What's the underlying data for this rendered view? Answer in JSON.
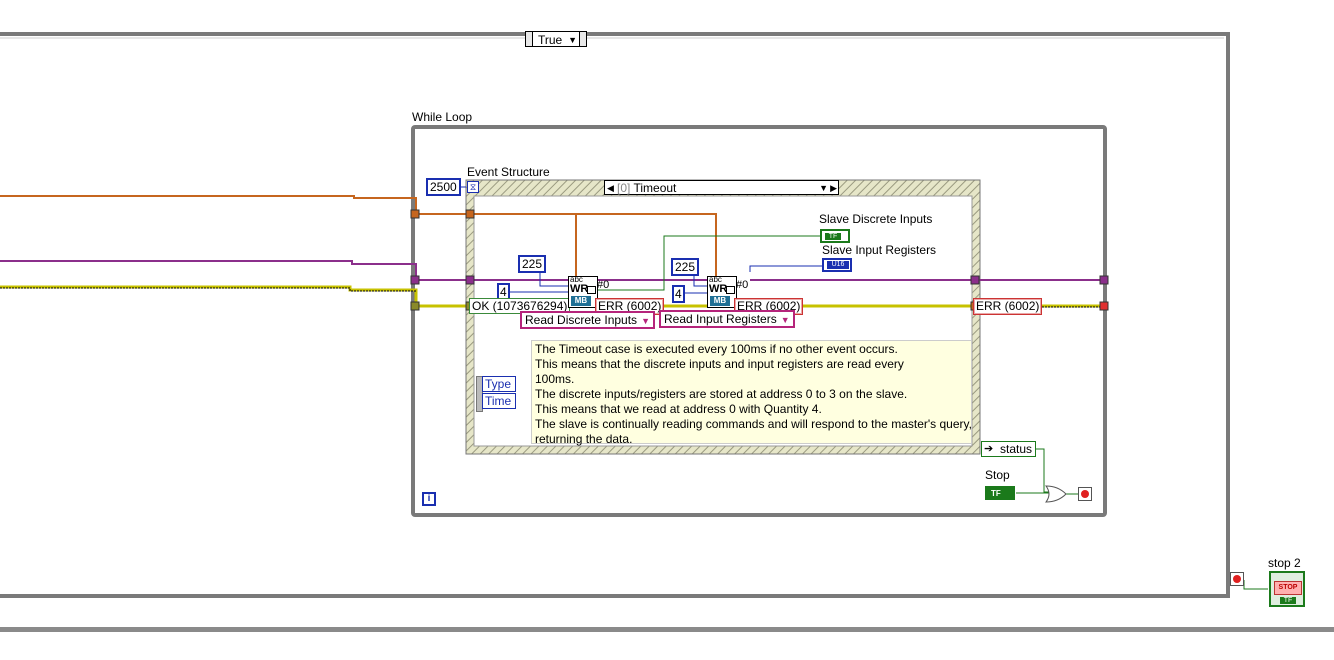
{
  "case_structure": {
    "selector": "True"
  },
  "while_loop": {
    "label": "While Loop",
    "iteration_symbol": "i"
  },
  "event_structure": {
    "label": "Event Structure",
    "case_index": "[0]",
    "case_name": "Timeout",
    "timeout_value": "2500"
  },
  "constants": {
    "address_a": "225",
    "quantity_a": "4",
    "address_b": "225",
    "quantity_b": "4",
    "status_ok": "OK (1073676294)",
    "function_a": "Read Discrete Inputs",
    "function_b": "Read Input Registers"
  },
  "indicators": {
    "err_a": "ERR (6002)",
    "err_b": "ERR (6002)",
    "err_out": "ERR (6002)",
    "zero_a": "#0",
    "zero_b": "#0",
    "slave_discrete_inputs": "Slave Discrete Inputs",
    "slave_input_registers": "Slave Input Registers",
    "u16": "U16",
    "tf": "TF"
  },
  "event_data_node": {
    "items": [
      "Type",
      "Time"
    ]
  },
  "comment": {
    "lines": [
      "The Timeout case is executed every 100ms if no other event occurs.",
      "This means that the discrete inputs and input registers are read every",
      "100ms.",
      "The discrete inputs/registers are stored at address 0 to 3 on the slave.",
      "This means that we read at address 0 with Quantity 4.",
      "The slave is continually reading commands and will respond to the master's query,",
      "returning the data."
    ]
  },
  "unbundle": {
    "label": "status"
  },
  "stop": {
    "label": "Stop",
    "tf": "TF"
  },
  "stop2": {
    "label": "stop 2",
    "button": "STOP",
    "tf": "TF"
  },
  "colors": {
    "error_wire": "#c6661f",
    "refnum_wire": "#8b2f8b",
    "status_wire": "#c7c200",
    "blue": "#1a2fb0",
    "green": "#1b7a1b"
  }
}
